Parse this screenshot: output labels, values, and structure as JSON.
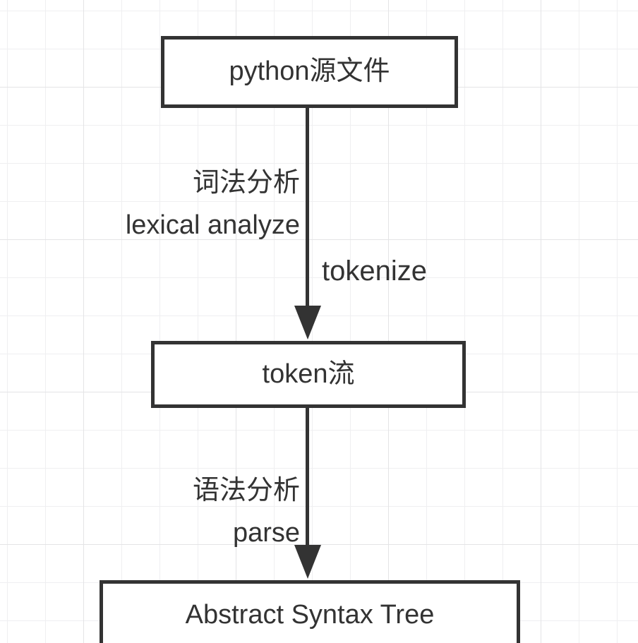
{
  "diagram": {
    "nodes": {
      "source": {
        "label": "python源文件"
      },
      "token_stream": {
        "label": "token流"
      },
      "ast": {
        "label": "Abstract Syntax Tree"
      }
    },
    "edges": {
      "lexical": {
        "label_cn": "词法分析",
        "label_en": "lexical analyze",
        "label_right": "tokenize"
      },
      "parse": {
        "label_cn": "语法分析",
        "label_en": "parse"
      }
    },
    "colors": {
      "stroke": "#333333",
      "fill": "#ffffff",
      "background": "#ffffff",
      "grid_minor": "#efeff1",
      "grid_major": "#e4e4e6"
    }
  }
}
